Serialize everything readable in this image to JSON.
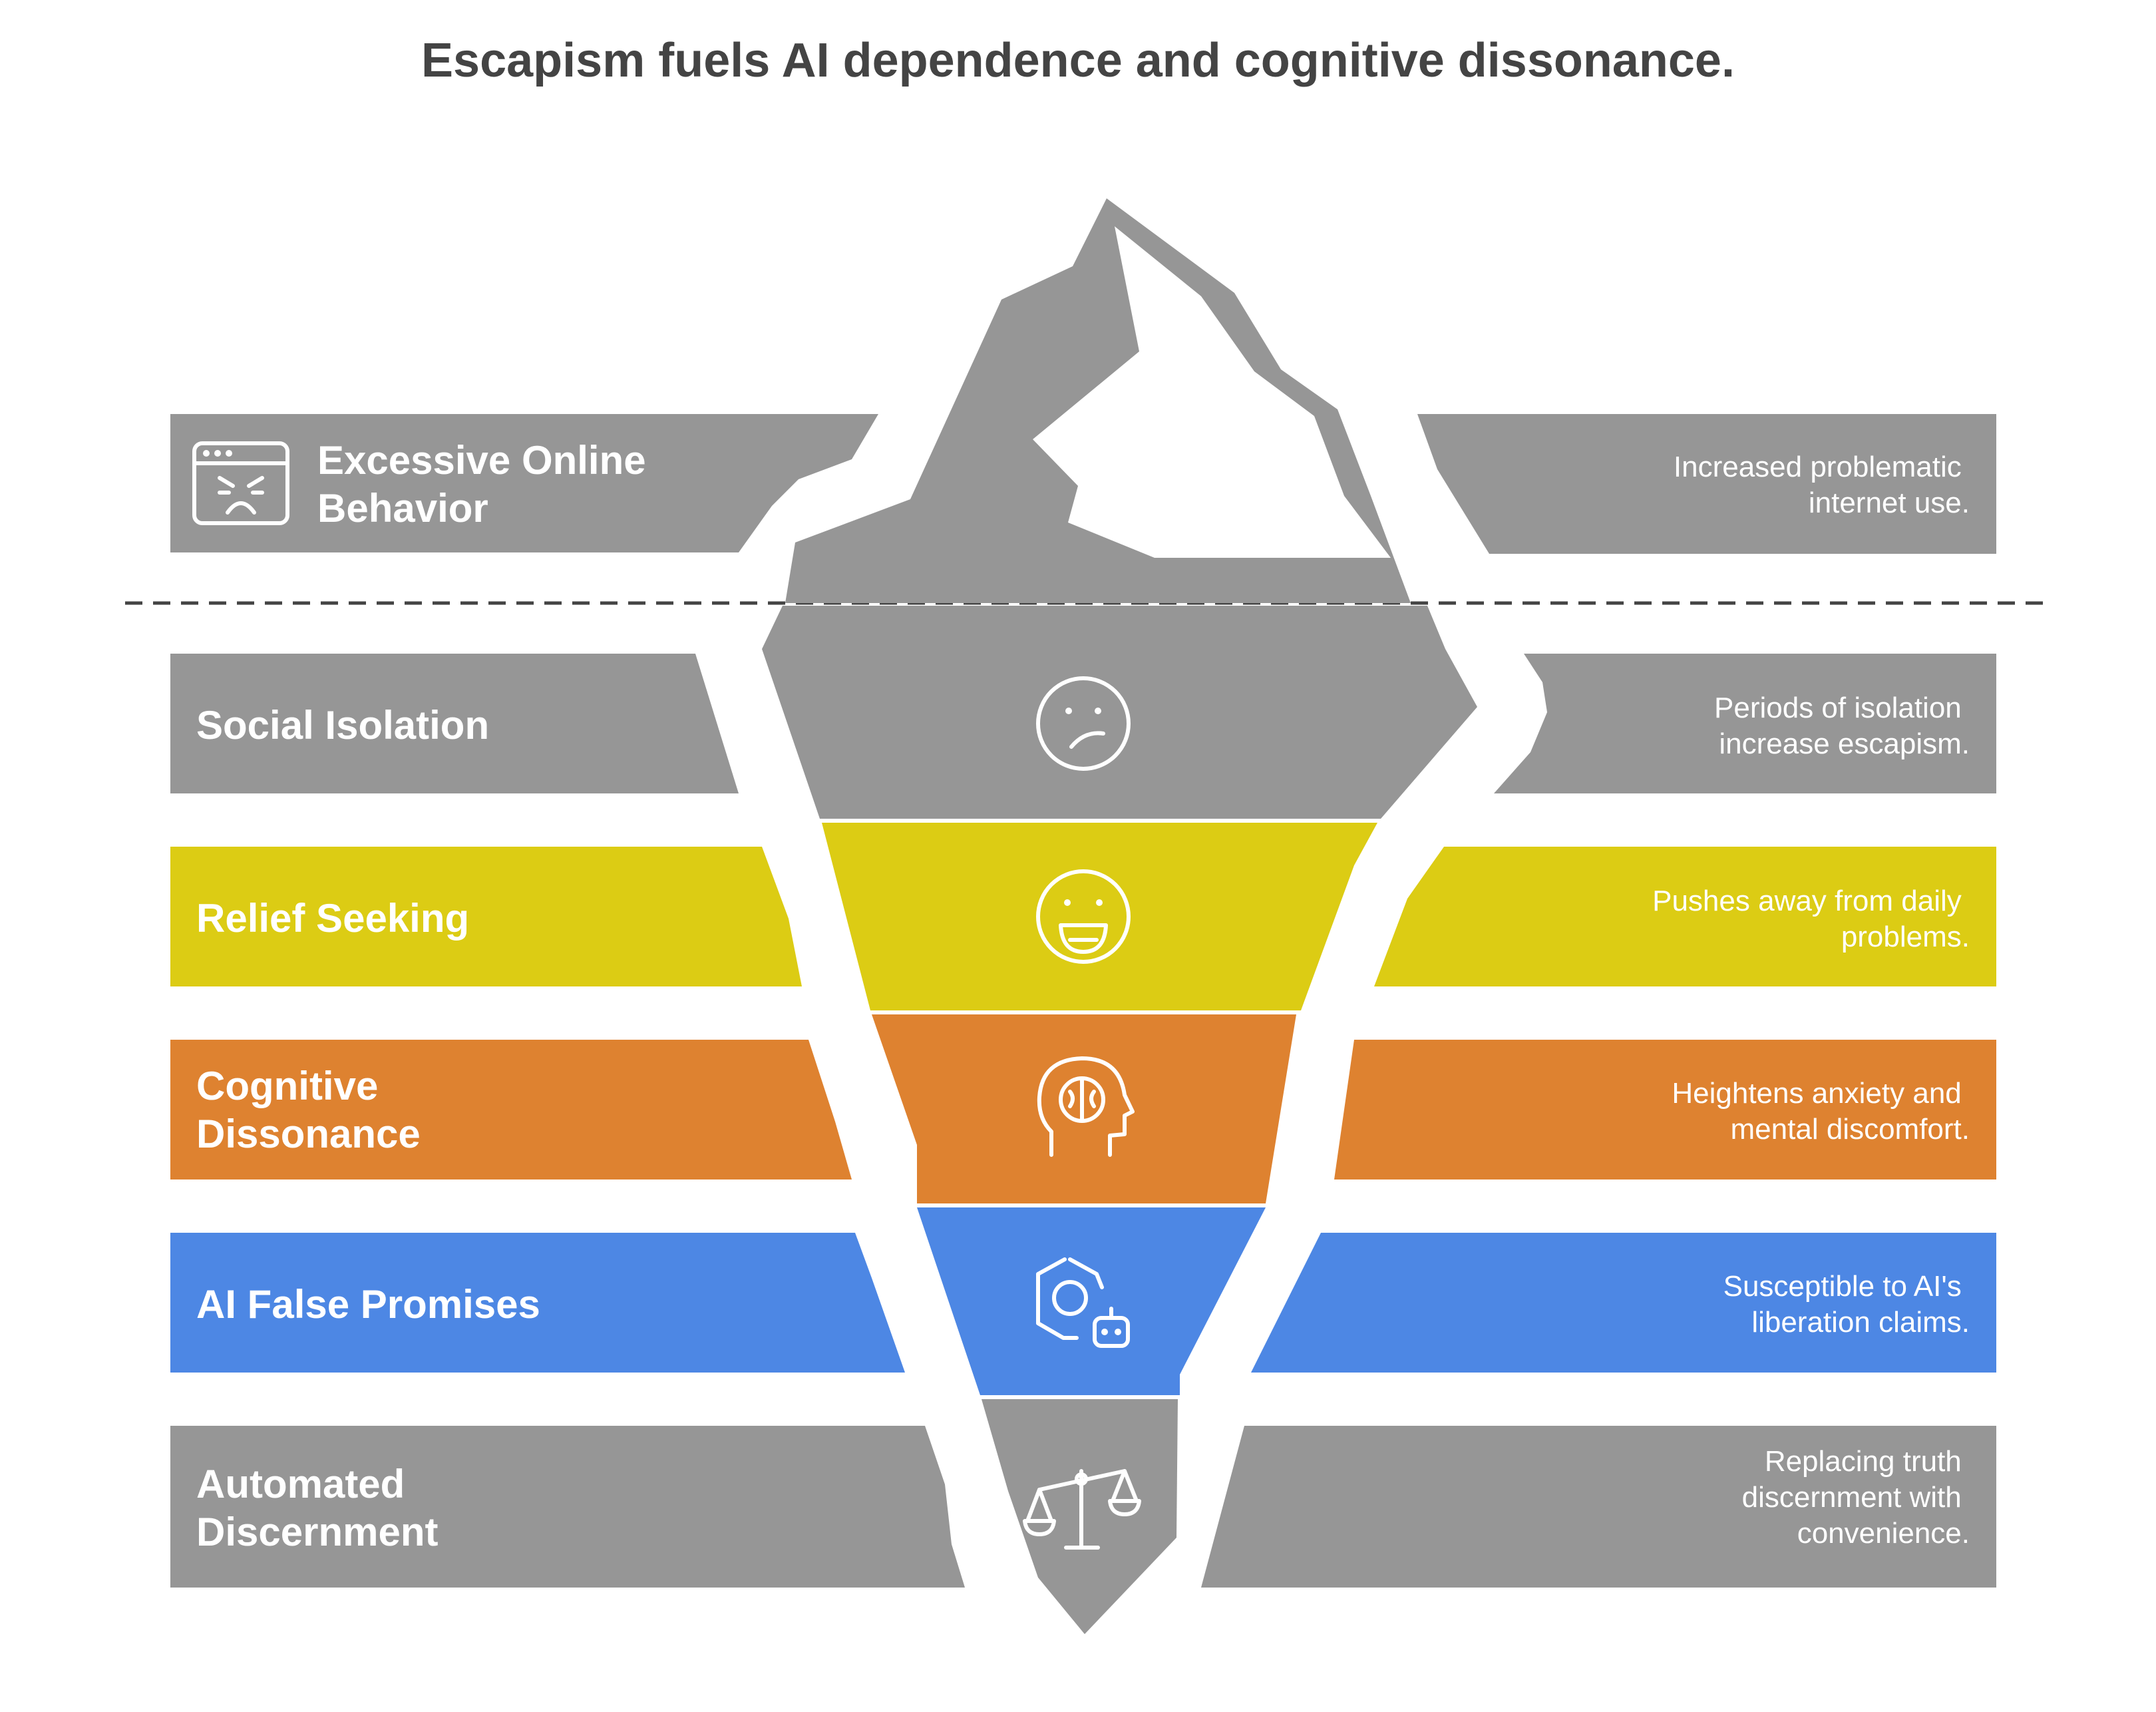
{
  "title": "Escapism fuels AI dependence and cognitive dissonance.",
  "colors": {
    "gray": "#969696",
    "yellow": "#dccc14",
    "orange": "#de8230",
    "blue": "#4d87e4",
    "white": "#ffffff",
    "title": "#444444"
  },
  "layers": [
    {
      "label_lines": [
        "Excessive Online",
        "Behavior"
      ],
      "description_lines": [
        "Increased problematic",
        "internet use."
      ],
      "icon": "angry-browser-window-icon",
      "color": "gray",
      "position": "above waterline"
    },
    {
      "label_lines": [
        "Social Isolation"
      ],
      "description_lines": [
        "Periods of isolation",
        "increase escapism."
      ],
      "icon": "confused-face-icon",
      "color": "gray",
      "position": "below waterline"
    },
    {
      "label_lines": [
        "Relief Seeking"
      ],
      "description_lines": [
        "Pushes away from daily",
        "problems."
      ],
      "icon": "laughing-face-icon",
      "color": "yellow",
      "position": "below waterline"
    },
    {
      "label_lines": [
        "Cognitive",
        "Dissonance"
      ],
      "description_lines": [
        "Heightens anxiety and",
        "mental discomfort."
      ],
      "icon": "head-brain-icon",
      "color": "orange",
      "position": "below waterline"
    },
    {
      "label_lines": [
        "AI False Promises"
      ],
      "description_lines": [
        "Susceptible to AI's",
        "liberation claims."
      ],
      "icon": "robot-hexagon-icon",
      "color": "blue",
      "position": "below waterline"
    },
    {
      "label_lines": [
        "Automated",
        "Discernment"
      ],
      "description_lines": [
        "Replacing truth",
        "discernment with",
        "convenience."
      ],
      "icon": "balance-scale-icon",
      "color": "gray",
      "position": "below waterline"
    }
  ]
}
